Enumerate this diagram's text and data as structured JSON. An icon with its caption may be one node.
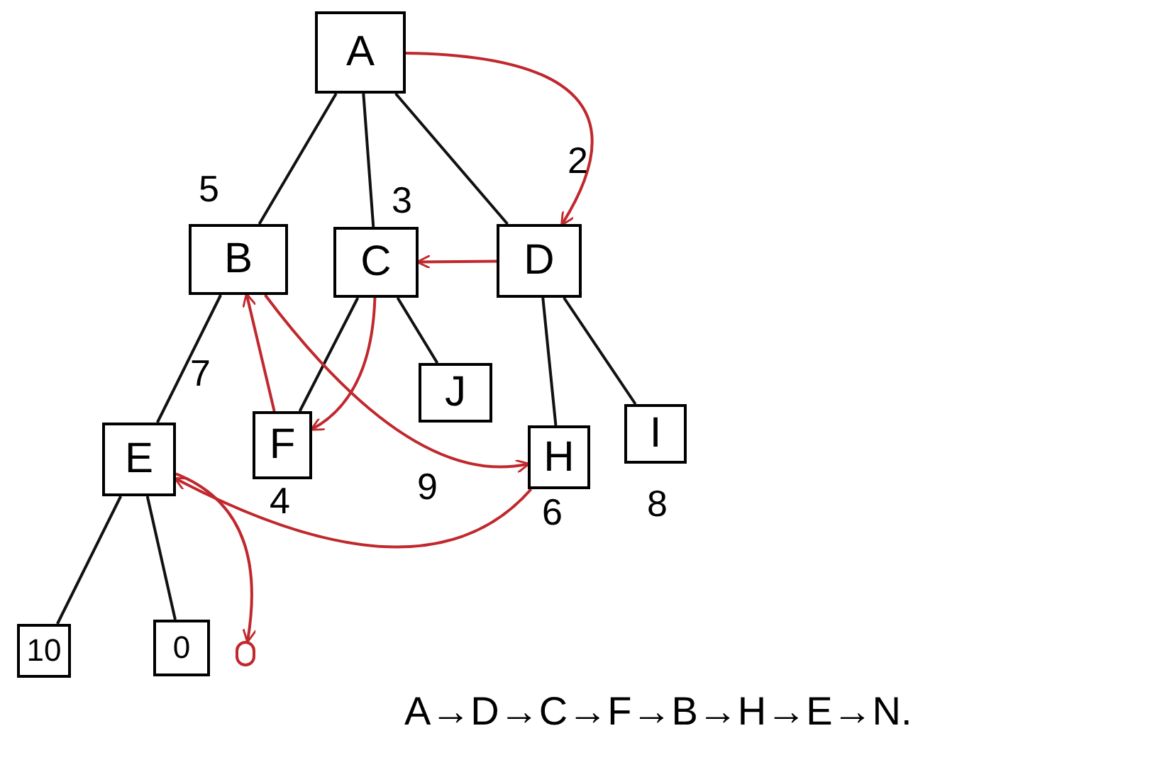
{
  "diagram": {
    "nodes": [
      {
        "text": [
          "A"
        ]
      },
      {
        "text": [
          "B"
        ],
        "beside": [
          "5"
        ]
      },
      {
        "text": [
          "C"
        ],
        "beside": [
          "3"
        ]
      },
      {
        "text": [
          "D"
        ],
        "beside": [
          "2"
        ]
      },
      {
        "text": [
          "E"
        ],
        "beside": [
          "7"
        ]
      },
      {
        "text": [
          "F"
        ],
        "beside": [
          "4"
        ]
      },
      {
        "text": [
          "J"
        ],
        "beside": [
          "9"
        ]
      },
      {
        "text": [
          "H"
        ],
        "beside": [
          "6"
        ]
      },
      {
        "text": [
          "I"
        ],
        "beside": [
          "8"
        ]
      },
      {
        "text": [
          "10"
        ]
      },
      {
        "text": [
          "0"
        ]
      },
      {
        "text": [],
        "shape": "circle"
      }
    ],
    "edges": [
      {
        "from": 0,
        "to": 1,
        "arrow": "none"
      },
      {
        "from": 0,
        "to": 2,
        "arrow": "none"
      },
      {
        "from": 0,
        "to": 3,
        "arrow": "none"
      },
      {
        "from": 1,
        "to": 4,
        "arrow": "none"
      },
      {
        "from": 2,
        "to": 5,
        "arrow": "none"
      },
      {
        "from": 2,
        "to": 6,
        "arrow": "none"
      },
      {
        "from": 3,
        "to": 7,
        "arrow": "none"
      },
      {
        "from": 3,
        "to": 8,
        "arrow": "none"
      },
      {
        "from": 4,
        "to": 9,
        "arrow": "none"
      },
      {
        "from": 4,
        "to": 10,
        "arrow": "none"
      },
      {
        "from": 0,
        "to": 3,
        "arrow": "to",
        "color": "#c0282d"
      },
      {
        "from": 3,
        "to": 2,
        "arrow": "to",
        "color": "#c0282d"
      },
      {
        "from": 2,
        "to": 5,
        "arrow": "to",
        "color": "#c0282d"
      },
      {
        "from": 5,
        "to": 1,
        "arrow": "to",
        "color": "#c0282d"
      },
      {
        "from": 1,
        "to": 7,
        "arrow": "to",
        "color": "#c0282d"
      },
      {
        "from": 7,
        "to": 4,
        "arrow": "to",
        "color": "#c0282d"
      },
      {
        "from": 4,
        "to": 11,
        "arrow": "to",
        "color": "#c0282d"
      }
    ],
    "labels": [
      "A→D→C→F→B→H→E→N."
    ]
  }
}
